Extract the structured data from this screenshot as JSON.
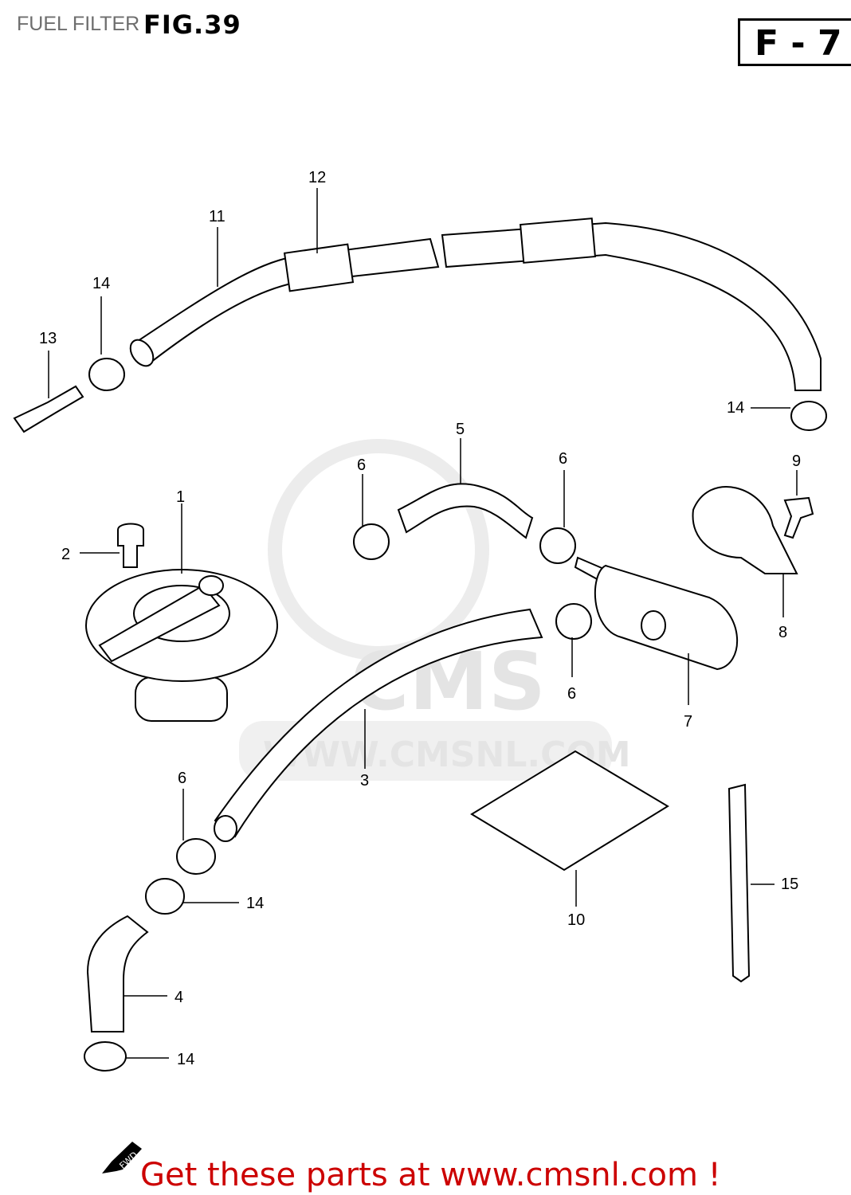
{
  "header": {
    "title": "FUEL FILTER",
    "figure": "FIG.39",
    "section_code": "F - 7"
  },
  "watermark": {
    "logo": "CMS",
    "url": "WWW.CMSNL.COM"
  },
  "callouts": [
    {
      "number": "1"
    },
    {
      "number": "2"
    },
    {
      "number": "3"
    },
    {
      "number": "4"
    },
    {
      "number": "5"
    },
    {
      "number": "6"
    },
    {
      "number": "6"
    },
    {
      "number": "6"
    },
    {
      "number": "6"
    },
    {
      "number": "7"
    },
    {
      "number": "8"
    },
    {
      "number": "9"
    },
    {
      "number": "10"
    },
    {
      "number": "11"
    },
    {
      "number": "12"
    },
    {
      "number": "13"
    },
    {
      "number": "14"
    },
    {
      "number": "14"
    },
    {
      "number": "14"
    },
    {
      "number": "14"
    },
    {
      "number": "15"
    }
  ],
  "direction_marker": "FWD",
  "footer": {
    "text": "Get these parts at www.cmsnl.com !"
  },
  "colors": {
    "footer": "#cc0000",
    "title": "#6e6e6e",
    "watermark": "#e4e4e4"
  }
}
